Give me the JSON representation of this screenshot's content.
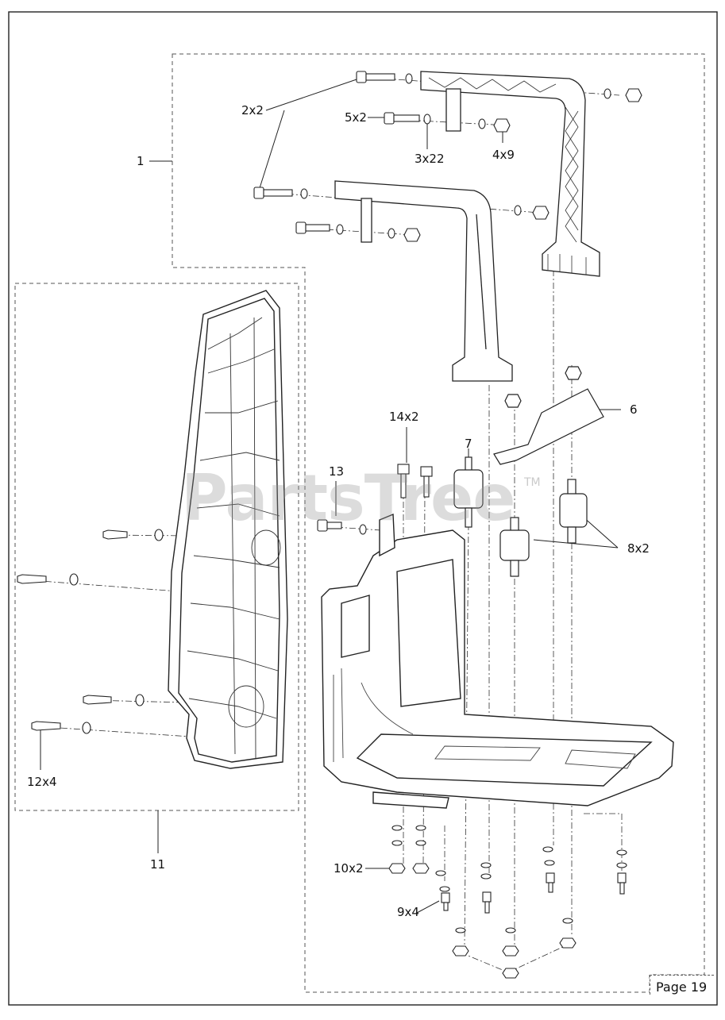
{
  "watermark": {
    "text": "PartsTree",
    "mark": "TM"
  },
  "page_label": "Page 19",
  "callouts": {
    "c1": "1",
    "c2x2": "2x2",
    "c5x2": "5x2",
    "c3x22": "3x22",
    "c4x9": "4x9",
    "c6": "6",
    "c7": "7",
    "c14x2": "14x2",
    "c13": "13",
    "c8x2": "8x2",
    "c12x4": "12x4",
    "c11": "11",
    "c10x2": "10x2",
    "c9x4": "9x4"
  }
}
